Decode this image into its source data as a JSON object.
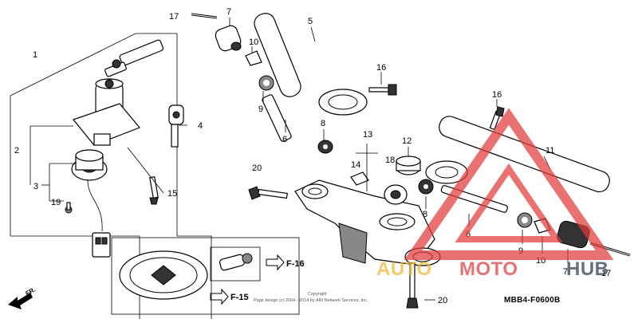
{
  "diagram": {
    "code": "MBB4-F0600B",
    "copyright": {
      "line1": "Copyright",
      "line2": "Page design (c) 2004 - 2014 by ARI Network Services, Inc."
    },
    "direction_label": "FR.",
    "section_refs": [
      "F-16",
      "F-15"
    ],
    "callouts": {
      "c1": "1",
      "c2": "2",
      "c3": "3",
      "c4": "4",
      "c5": "5",
      "c6a": "6",
      "c6b": "6",
      "c7a": "7",
      "c7b": "7",
      "c8a": "8",
      "c8b": "8",
      "c9a": "9",
      "c9b": "9",
      "c10a": "10",
      "c10b": "10",
      "c11": "11",
      "c12": "12",
      "c13": "13",
      "c14": "14",
      "c15": "15",
      "c16a": "16",
      "c16b": "16",
      "c17a": "17",
      "c17b": "17",
      "c18": "18",
      "c19": "19",
      "c20a": "20",
      "c20b": "20"
    }
  },
  "watermark": {
    "part1": "AUTO",
    "part2": "MOTO",
    "part3": "HUB",
    "colors": {
      "triangle": "#e23b3b",
      "part1": "#f2b630",
      "part2": "#e23b3b",
      "part3": "#2b3a4a"
    }
  }
}
